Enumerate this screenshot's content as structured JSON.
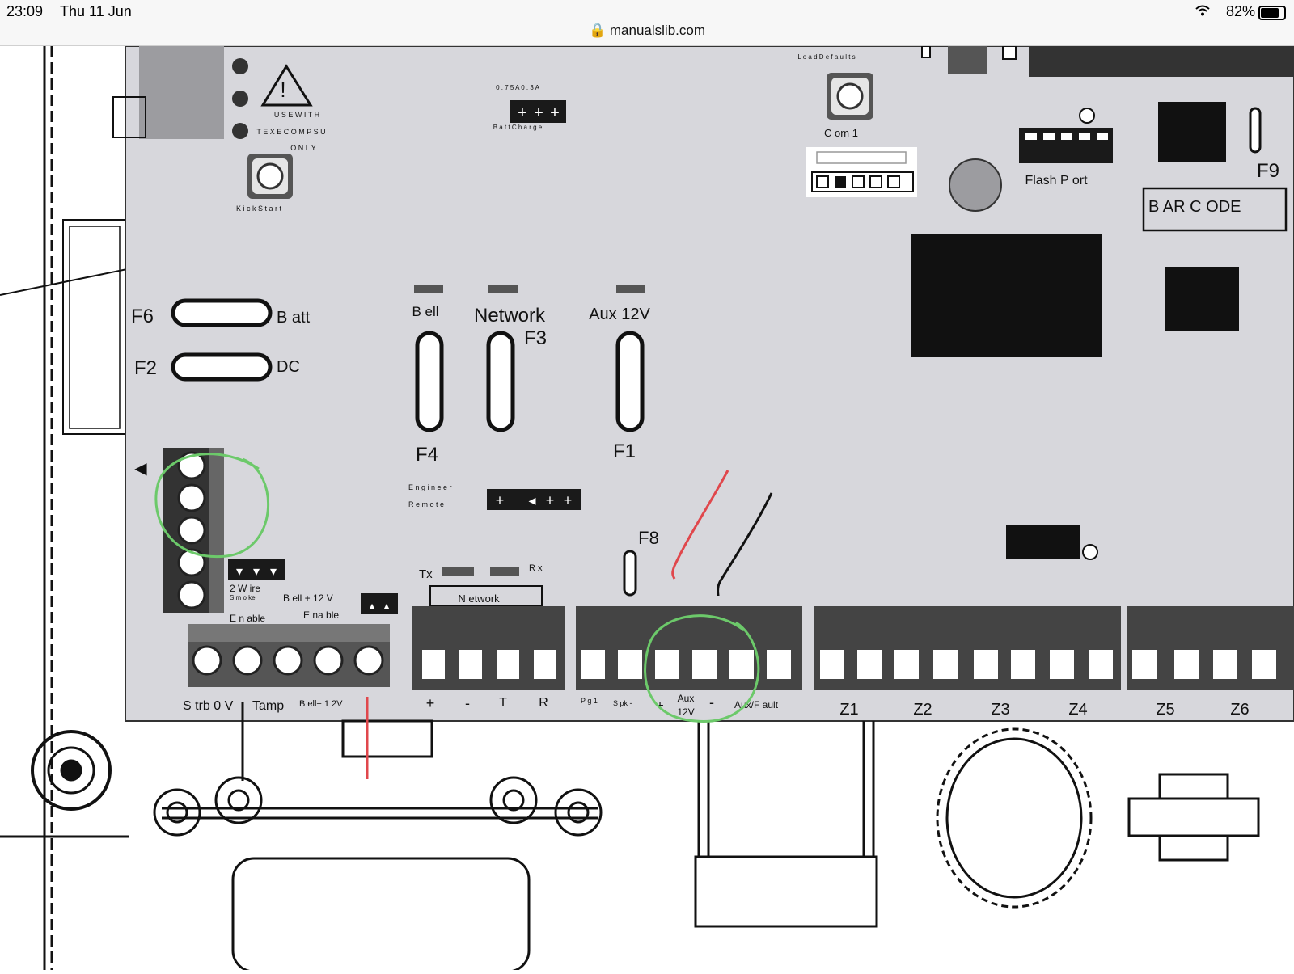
{
  "status_bar": {
    "time": "23:09",
    "date": "Thu 11 Jun",
    "battery": "82%",
    "url": "manualslib.com",
    "icons": [
      "wifi-icon",
      "battery-icon",
      "lock-icon"
    ]
  },
  "board": {
    "warning_text": [
      "U S E  W I T H",
      "T E X E C O M  P S U",
      "O N L Y"
    ],
    "kick_start": "K i c k  S t a r t",
    "batt_charge_rating": "0 . 7 5 A  0 . 3 A",
    "batt_charge": "B a t t  C h a r g e",
    "load_defaults": "L o a d  D e f a u l t s",
    "com1": "C om 1",
    "flash_port": "Flash P ort",
    "f9": "F9",
    "barcode": "B AR C ODE",
    "f6": "F6",
    "batt": "B att",
    "f2": "F2",
    "dc": "DC",
    "bell": "B ell",
    "network": "Network",
    "f3": "F3",
    "aux12v": "Aux 12V",
    "f4": "F4",
    "f1": "F1",
    "engineer": "E n g i n e e r",
    "remote": "R e m o t e",
    "f8": "F8",
    "tx": "Tx",
    "rx": "R x",
    "network_small": "N etwork",
    "two_wire": "2 W ire",
    "smoke": "S m o ke",
    "bell_plus_12v": "B ell + 12 V",
    "enable_1": "E n able",
    "enable_2": "E na ble",
    "strb_0v": "S trb 0 V",
    "tamp": "Tamp",
    "bell_plus_12v_bottom": "B ell+ 1 2V",
    "plus": "+",
    "minus": "-",
    "t": "T",
    "r": "R",
    "pg1": "P g 1",
    "spk": "S pk -",
    "aux_bottom_1": "Aux",
    "aux_bottom_2": "12V",
    "aux_plus": "+",
    "aux_minus": "-",
    "aux_fault": "Aux/F ault",
    "zones": [
      "Z1",
      "Z2",
      "Z3",
      "Z4",
      "Z5",
      "Z6"
    ]
  },
  "annotation_colors": {
    "circle": "#6cc96a",
    "positive_wire": "#e0474c",
    "negative_wire": "#111111"
  }
}
